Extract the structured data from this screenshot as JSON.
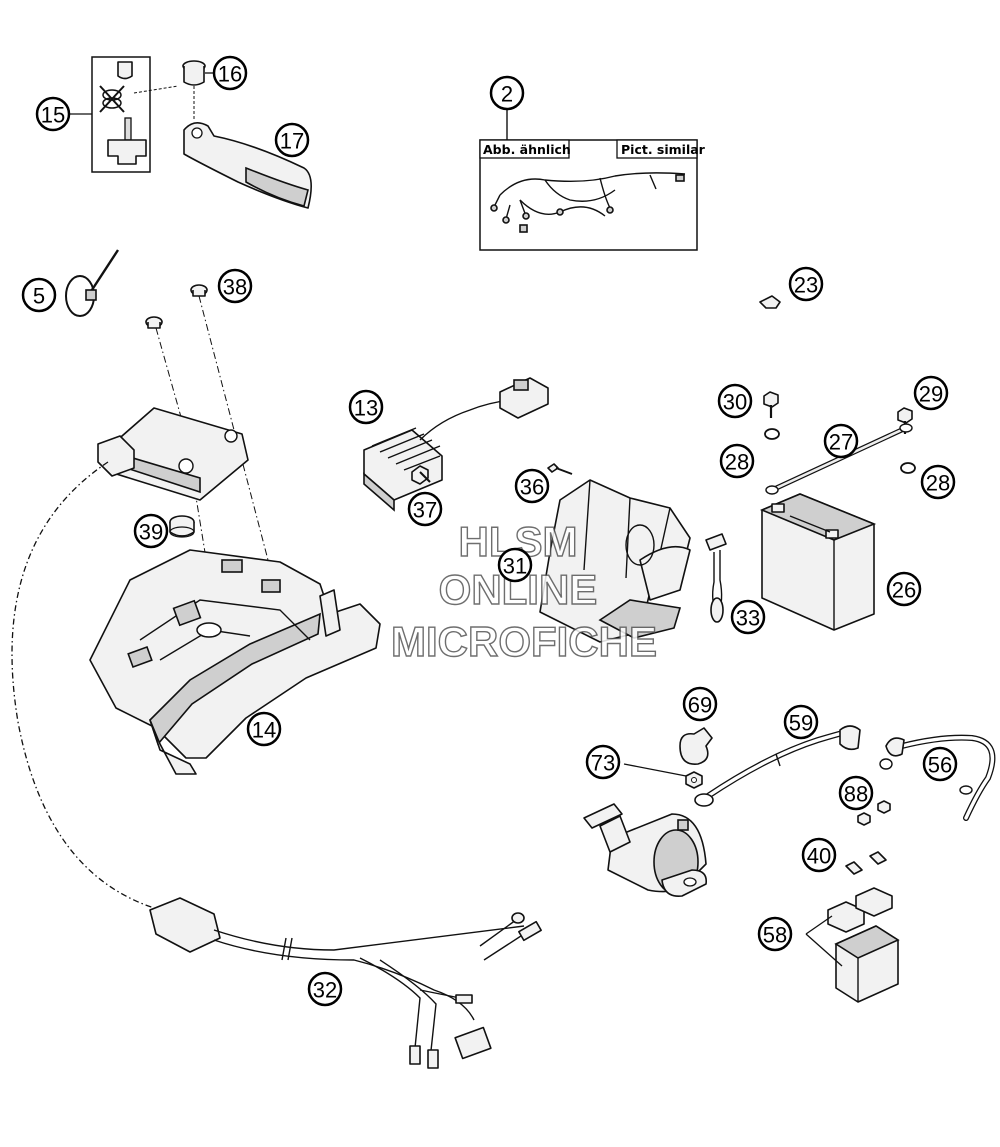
{
  "diagram": {
    "callouts": {
      "c2": "2",
      "c5": "5",
      "c13": "13",
      "c14": "14",
      "c15": "15",
      "c16": "16",
      "c17": "17",
      "c23": "23",
      "c26": "26",
      "c27": "27",
      "c28a": "28",
      "c28b": "28",
      "c29": "29",
      "c30": "30",
      "c31": "31",
      "c32": "32",
      "c33": "33",
      "c36": "36",
      "c37": "37",
      "c38": "38",
      "c39": "39",
      "c40": "40",
      "c56": "56",
      "c58": "58",
      "c59": "59",
      "c69": "69",
      "c73": "73",
      "c88": "88"
    },
    "harness_box": {
      "label_de": "Abb. ähnlich",
      "label_en": "Pict. similar"
    },
    "watermark": {
      "line1": "HLSM",
      "line2": "ONLINE",
      "line3": "MICROFICHE"
    }
  }
}
